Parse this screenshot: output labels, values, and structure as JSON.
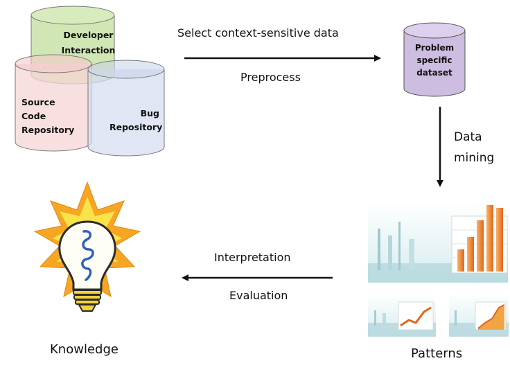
{
  "repositories": {
    "developer_interaction": "Developer Interaction",
    "source_code": [
      "Source",
      "Code",
      "Repository"
    ],
    "bug": [
      "Bug",
      "Repository"
    ]
  },
  "dataset": [
    "Problem",
    "specific",
    "dataset"
  ],
  "steps": {
    "select": "Select context-sensitive data",
    "preprocess": "Preprocess",
    "data_mining": [
      "Data",
      "mining"
    ],
    "interpretation": "Interpretation",
    "evaluation": "Evaluation"
  },
  "outputs": {
    "knowledge": "Knowledge",
    "patterns": "Patterns"
  },
  "icons": [
    "lightbulb-icon",
    "bar-chart-icon",
    "line-chart-icon"
  ],
  "colors": {
    "developer_fill": "#c9e2a8",
    "source_fill": "#f6d6d6",
    "bug_fill": "#d4dcef",
    "dataset_fill": "#cdbde0",
    "bulb_rays": "#f6a623",
    "chart_orange": "#f28a2e",
    "chart_teal": "#b9dde3"
  }
}
